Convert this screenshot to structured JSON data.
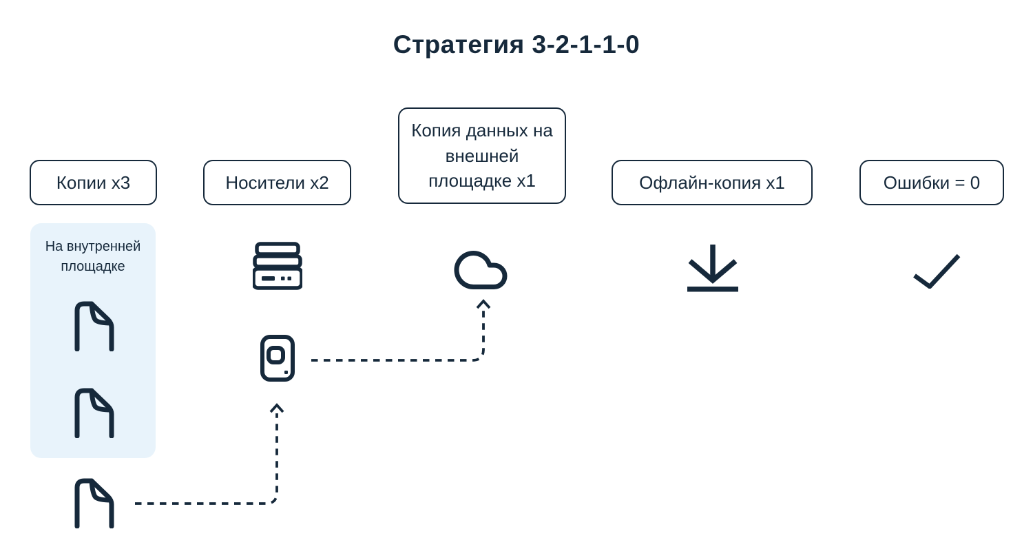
{
  "title": "Стратегия 3-2-1-1-0",
  "colors": {
    "ink": "#16293B",
    "panel_bg": "#E8F3FB",
    "page_bg": "#FFFFFF"
  },
  "strategy_boxes": [
    {
      "id": "copies",
      "label": "Копии x3",
      "icon": "file-icon"
    },
    {
      "id": "media",
      "label": "Носители x2",
      "icon": "server-icon"
    },
    {
      "id": "offsite_copy",
      "label": "Копия данных на внешней площадке x1",
      "icon": "cloud-icon"
    },
    {
      "id": "offline_copy",
      "label": "Офлайн-копия x1",
      "icon": "download-icon"
    },
    {
      "id": "zero_errors",
      "label": "Ошибки = 0",
      "icon": "check-icon"
    }
  ],
  "internal_site_panel": {
    "label": "На внутренней площадке",
    "file_icon_count": 3
  },
  "extra_icons": {
    "media_secondary": "drive-icon"
  },
  "connectors": [
    {
      "from": "file-copy-3",
      "to": "drive-icon",
      "style": "dashed-arrow-up"
    },
    {
      "from": "drive-icon",
      "to": "cloud-icon",
      "style": "dashed-arrow-up"
    }
  ]
}
